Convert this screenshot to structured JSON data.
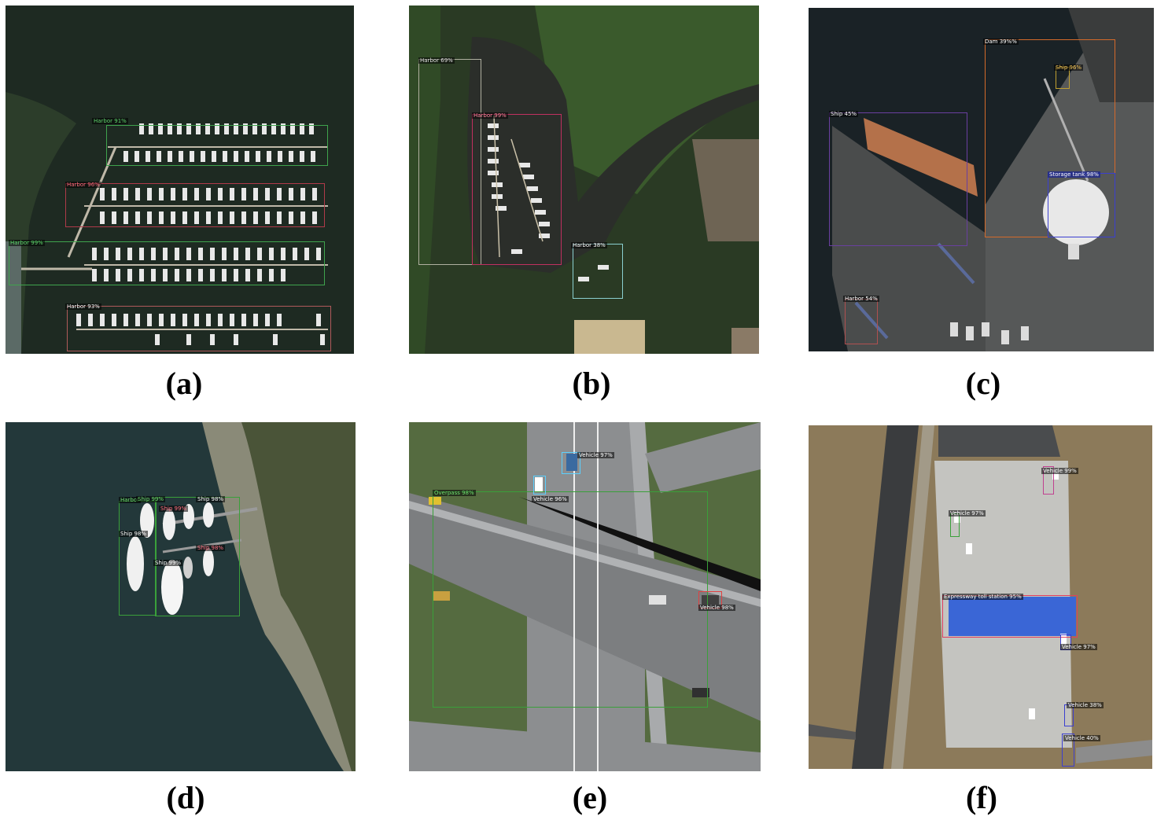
{
  "colors": {
    "water_dark": "#1e2a22",
    "forest": "#2f4a2a",
    "harbor_green": "#3fa34d",
    "harbor_red": "#b03a4a",
    "harbor_orange": "#d46a2a",
    "ship_purple": "#6a3fa0",
    "storage_blue": "#3b3fd0",
    "vehicle_navy": "#1a1a80",
    "overpass_green": "#3aa03a",
    "toll_red": "#e04060",
    "toll_roof": "#3a66d6"
  },
  "panels": [
    {
      "id": "a",
      "caption": "(a)",
      "labels": [
        "Harbor 91%",
        "Harbor 96%",
        "Harbor 99%",
        "Harbor 93%"
      ]
    },
    {
      "id": "b",
      "caption": "(b)",
      "labels": [
        "Harbor 69%",
        "Harbor 99%",
        "Harbor 38%"
      ]
    },
    {
      "id": "c",
      "caption": "(c)",
      "labels": [
        "Dam 39%%",
        "Ship 96%",
        "Ship 45%",
        "Storage tank 98%",
        "Harbor 54%"
      ]
    },
    {
      "id": "d",
      "caption": "(d)",
      "labels": [
        "Harbor",
        "Ship 99%",
        "Ship 98%",
        "Ship 99%",
        "Ship 98%",
        "Ship 98%",
        "Ship 99%"
      ]
    },
    {
      "id": "e",
      "caption": "(e)",
      "labels": [
        "Overpass 98%",
        "Vehicle 96%",
        "Vehicle 97%",
        "Vehicle 98%"
      ]
    },
    {
      "id": "f",
      "caption": "(f)",
      "labels": [
        "Vehicle 99%",
        "Vehicle 97%",
        "Expressway toll station 95%",
        "Vehicle 97%",
        "Vehicle 38%",
        "Vehicle 40%"
      ]
    }
  ]
}
